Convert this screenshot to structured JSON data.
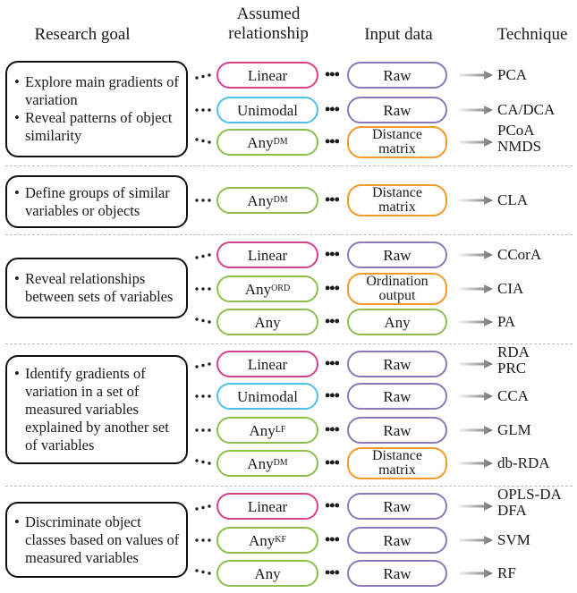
{
  "headers": {
    "goal": "Research goal",
    "relationship_line1": "Assumed",
    "relationship_line2": "relationship",
    "input": "Input data",
    "technique": "Technique"
  },
  "ellipsis": "•••",
  "bullet": "•",
  "sections": [
    {
      "goals": [
        "Explore main gradients of variation",
        "Reveal patterns of object similarity"
      ],
      "rows": [
        {
          "rel": "Linear",
          "rel_sup": "",
          "rel_color": "#d6418f",
          "input": "Raw",
          "input_color": "#8b78b8",
          "tech": [
            "PCA"
          ]
        },
        {
          "rel": "Unimodal",
          "rel_sup": "",
          "rel_color": "#4fc0e6",
          "input": "Raw",
          "input_color": "#8b78b8",
          "tech": [
            "CA/DCA"
          ]
        },
        {
          "rel": "Any",
          "rel_sup": "DM",
          "rel_color": "#8cc04b",
          "input": "Distance matrix",
          "input_color": "#f39a2a",
          "tech": [
            "PCoA",
            "NMDS"
          ]
        }
      ]
    },
    {
      "goals": [
        "Define groups of similar variables or objects"
      ],
      "rows": [
        {
          "rel": "Any",
          "rel_sup": "DM",
          "rel_color": "#8cc04b",
          "input": "Distance matrix",
          "input_color": "#f39a2a",
          "tech": [
            "CLA"
          ]
        }
      ]
    },
    {
      "goals": [
        "Reveal relationships between sets of variables"
      ],
      "rows": [
        {
          "rel": "Linear",
          "rel_sup": "",
          "rel_color": "#d6418f",
          "input": "Raw",
          "input_color": "#8b78b8",
          "tech": [
            "CCorA"
          ]
        },
        {
          "rel": "Any",
          "rel_sup": "ORD",
          "rel_color": "#8cc04b",
          "input": "Ordination output",
          "input_color": "#f39a2a",
          "tech": [
            "CIA"
          ]
        },
        {
          "rel": "Any",
          "rel_sup": "",
          "rel_color": "#8cc04b",
          "input": "Any",
          "input_color": "#8cc04b",
          "tech": [
            "PA"
          ]
        }
      ]
    },
    {
      "goals": [
        "Identify gradients of variation in a set of measured variables explained by another set of variables"
      ],
      "rows": [
        {
          "rel": "Linear",
          "rel_sup": "",
          "rel_color": "#d6418f",
          "input": "Raw",
          "input_color": "#8b78b8",
          "tech": [
            "RDA",
            "PRC"
          ]
        },
        {
          "rel": "Unimodal",
          "rel_sup": "",
          "rel_color": "#4fc0e6",
          "input": "Raw",
          "input_color": "#8b78b8",
          "tech": [
            "CCA"
          ]
        },
        {
          "rel": "Any",
          "rel_sup": "LF",
          "rel_color": "#8cc04b",
          "input": "Raw",
          "input_color": "#8b78b8",
          "tech": [
            "GLM"
          ]
        },
        {
          "rel": "Any",
          "rel_sup": "DM",
          "rel_color": "#8cc04b",
          "input": "Distance matrix",
          "input_color": "#f39a2a",
          "tech": [
            "db-RDA"
          ]
        }
      ]
    },
    {
      "goals": [
        "Discriminate object classes based on values of measured variables"
      ],
      "rows": [
        {
          "rel": "Linear",
          "rel_sup": "",
          "rel_color": "#d6418f",
          "input": "Raw",
          "input_color": "#8b78b8",
          "tech": [
            "OPLS-DA",
            "DFA"
          ]
        },
        {
          "rel": "Any",
          "rel_sup": "KF",
          "rel_color": "#8cc04b",
          "input": "Raw",
          "input_color": "#8b78b8",
          "tech": [
            "SVM"
          ]
        },
        {
          "rel": "Any",
          "rel_sup": "",
          "rel_color": "#8cc04b",
          "input": "Raw",
          "input_color": "#8b78b8",
          "tech": [
            "RF"
          ]
        }
      ]
    }
  ]
}
